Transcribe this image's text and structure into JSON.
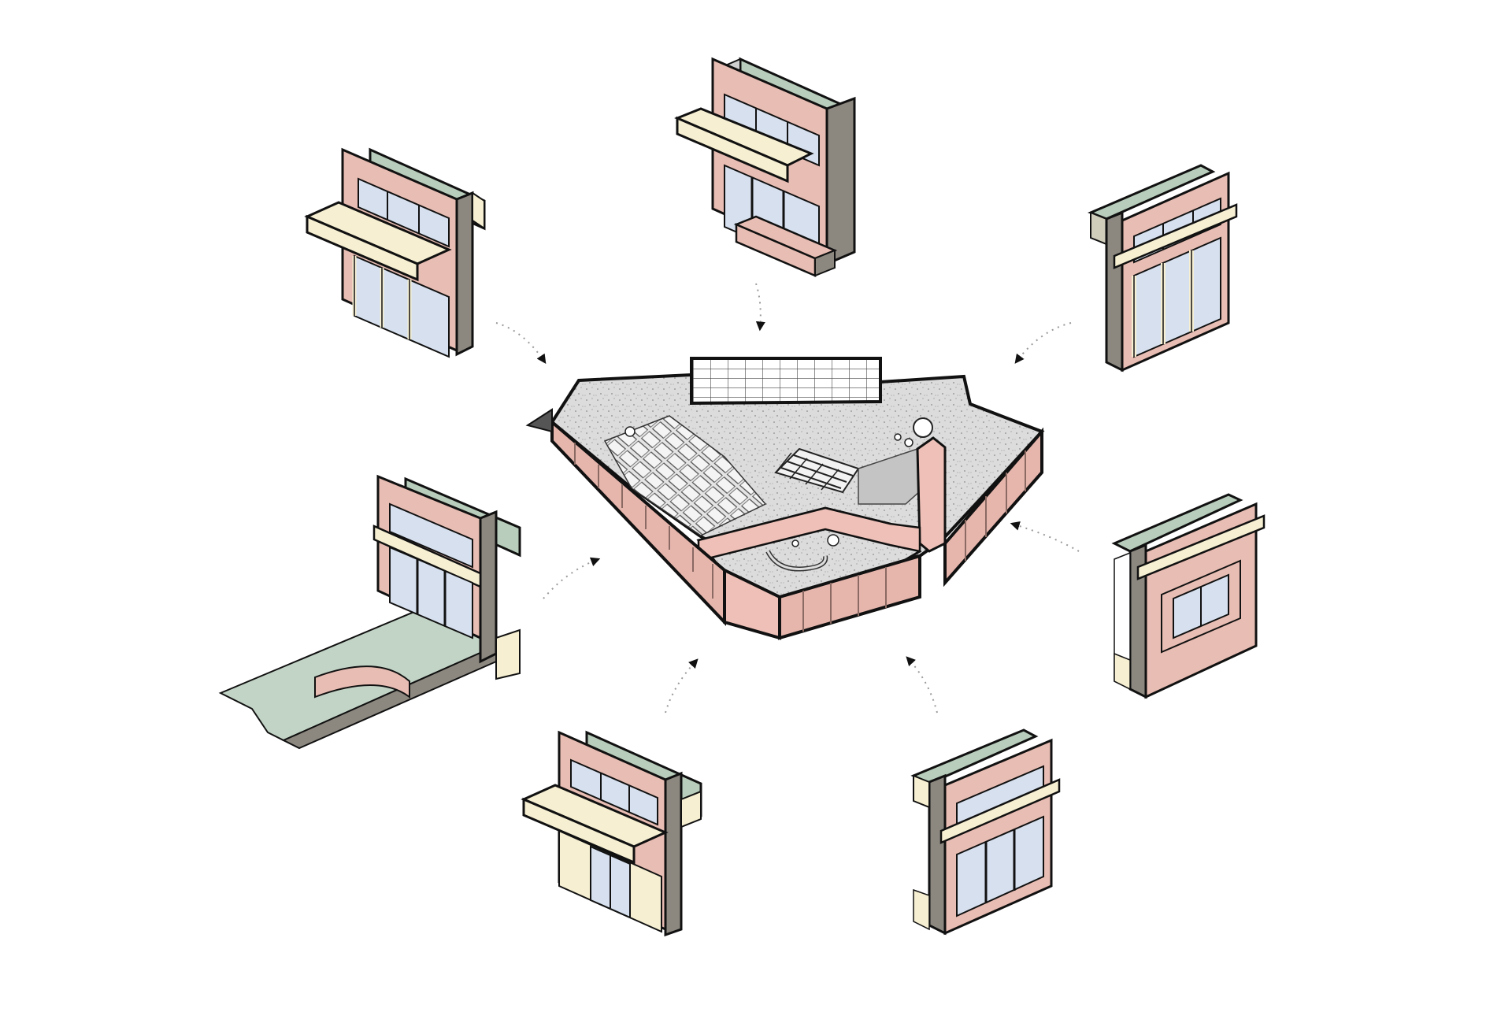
{
  "diagram": {
    "colors": {
      "background": "#ffffff",
      "outline": "#111111",
      "wall_face": "#e8bdb3",
      "wall_side": "#8c8880",
      "roof_green": "#b8cdbb",
      "glass": "#d6e0ee",
      "canopy": "#f6efd2",
      "ground_green": "#c2d4c6",
      "concrete_light": "#d9d9d9",
      "concrete_dark": "#9e9e9e",
      "arrow_dots": "#9a9a9a",
      "arrow_head": "#111111"
    },
    "central_plan": {
      "label": "central-building-axonometric"
    },
    "facade_modules": [
      {
        "id": "top",
        "variant": "canopy-door-steps"
      },
      {
        "id": "upper-left",
        "variant": "canopy-glazed-doors"
      },
      {
        "id": "upper-right",
        "variant": "recessed-glazed-doors"
      },
      {
        "id": "middle-left",
        "variant": "glazing-with-ramp-landscape"
      },
      {
        "id": "middle-right",
        "variant": "recessed-box-window"
      },
      {
        "id": "lower-left",
        "variant": "canopy-entrance"
      },
      {
        "id": "lower-right",
        "variant": "recessed-window-base"
      }
    ]
  }
}
